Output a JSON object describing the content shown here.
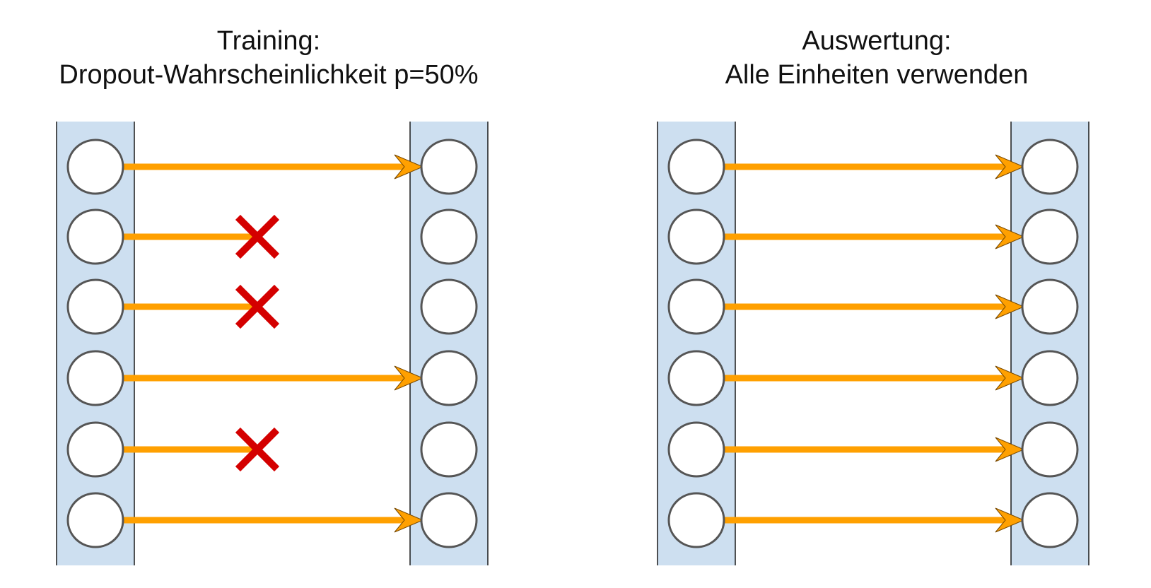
{
  "panels": [
    {
      "id": "training",
      "title_line1": "Training:",
      "title_line2": "Dropout-Wahrscheinlichkeit p=50%",
      "rows": [
        {
          "kept": true
        },
        {
          "kept": false
        },
        {
          "kept": false
        },
        {
          "kept": true
        },
        {
          "kept": false
        },
        {
          "kept": true
        }
      ]
    },
    {
      "id": "evaluation",
      "title_line1": "Auswertung:",
      "title_line2": "Alle Einheiten verwenden",
      "rows": [
        {
          "kept": true
        },
        {
          "kept": true
        },
        {
          "kept": true
        },
        {
          "kept": true
        },
        {
          "kept": true
        },
        {
          "kept": true
        }
      ]
    }
  ],
  "colors": {
    "layer_fill": "#cddff0",
    "layer_stroke": "#1a1a1a",
    "node_fill": "#ffffff",
    "node_stroke": "#555555",
    "arrow": "#ffa000",
    "cross": "#d40000"
  }
}
